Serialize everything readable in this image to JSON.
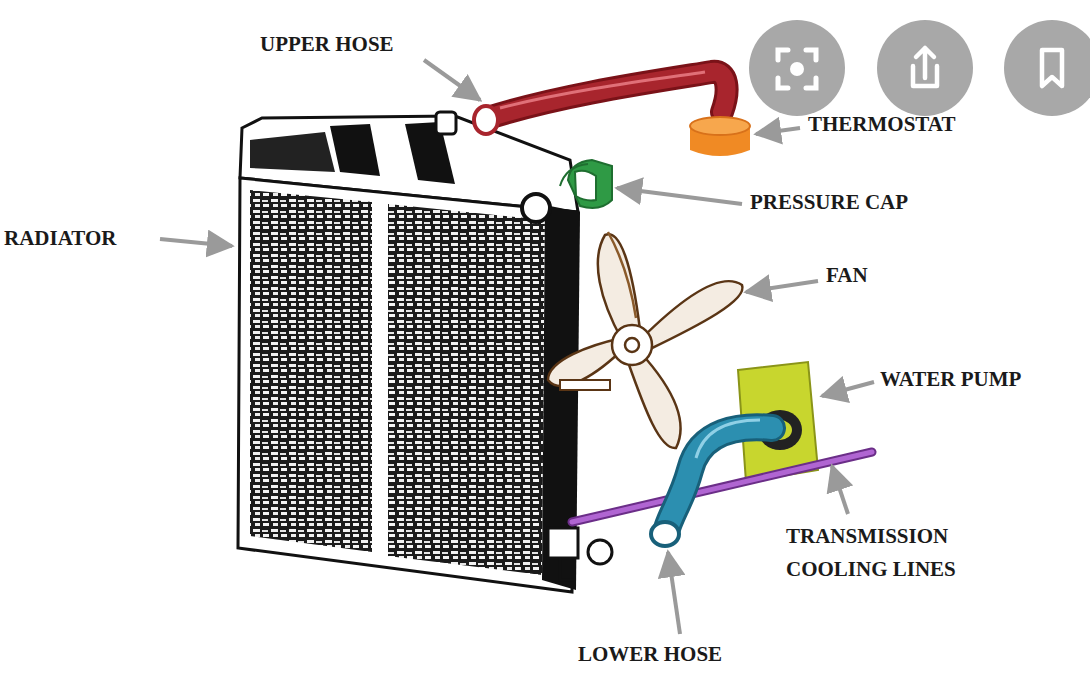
{
  "diagram": {
    "labels": [
      "UPPER HOSE",
      "THERMOSTAT",
      "PRESSURE CAP",
      "RADIATOR",
      "FAN",
      "WATER PUMP",
      "TRANSMISSION COOLING LINES",
      "LOWER HOSE"
    ]
  }
}
